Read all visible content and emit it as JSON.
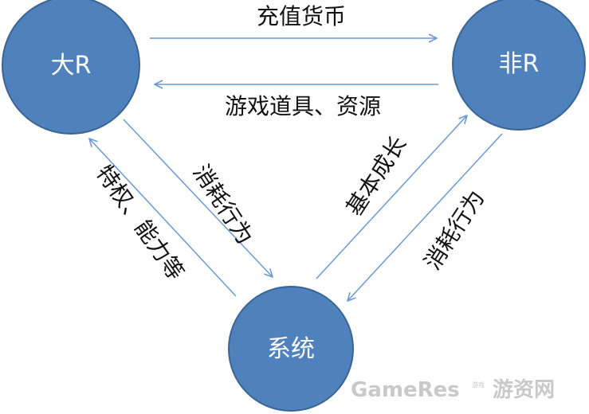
{
  "nodes": {
    "big_r": "大R",
    "non_r": "非R",
    "system": "系统"
  },
  "edges": {
    "top_right": "充值货币",
    "top_left": "游戏道具、资源",
    "left_down": "消耗行为",
    "left_up": "特权、能力等",
    "right_up": "基本成长",
    "right_down": "消耗行为"
  },
  "watermark": {
    "brand": "GameRes",
    "cn": "游资网",
    "small": "游戏"
  },
  "colors": {
    "node_fill": "#4F81BD",
    "node_stroke": "#3A6593",
    "arrow": "#6A9AD1",
    "text": "#111111"
  }
}
